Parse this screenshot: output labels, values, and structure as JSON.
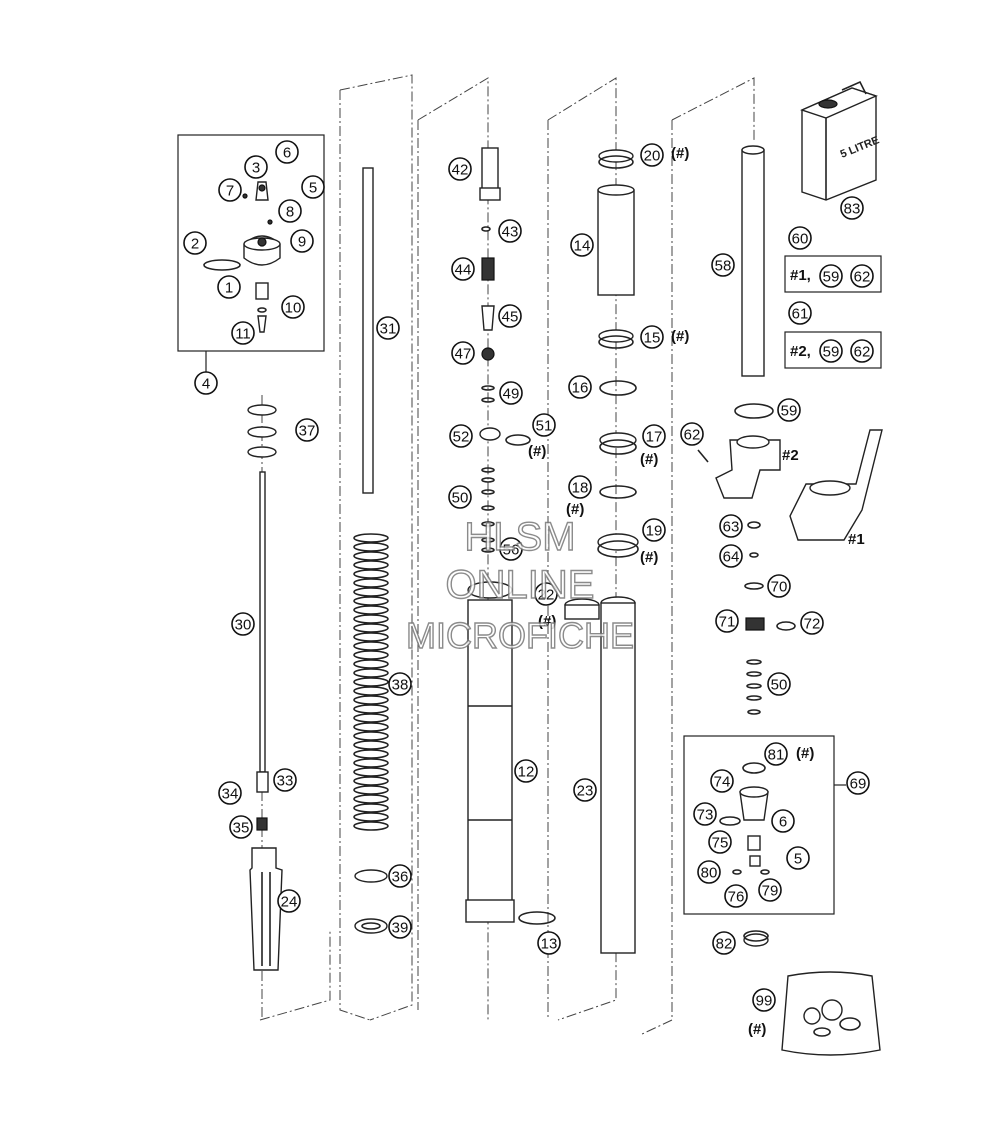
{
  "callouts": [
    "1",
    "2",
    "3",
    "4",
    "5",
    "6",
    "7",
    "8",
    "9",
    "10",
    "11",
    "12",
    "13",
    "14",
    "15",
    "16",
    "17",
    "18",
    "19",
    "20",
    "22",
    "23",
    "24",
    "30",
    "31",
    "33",
    "34",
    "35",
    "36",
    "37",
    "38",
    "39",
    "42",
    "43",
    "44",
    "45",
    "47",
    "49",
    "50",
    "51",
    "52",
    "56",
    "58",
    "59",
    "60",
    "61",
    "62",
    "63",
    "64",
    "69",
    "70",
    "71",
    "72",
    "73",
    "74",
    "75",
    "76",
    "79",
    "80",
    "81",
    "82",
    "83",
    "99"
  ],
  "notes": {
    "hash": "(#)",
    "variant1": "#1",
    "variant2": "#2",
    "kit1": "#1,",
    "kit2": "#2,",
    "kit_part_a": "59",
    "kit_part_b": "62"
  },
  "oil_can_label": "5 LITRE",
  "watermark": [
    "HLSM",
    "ONLINE",
    "MICROFICHE"
  ]
}
